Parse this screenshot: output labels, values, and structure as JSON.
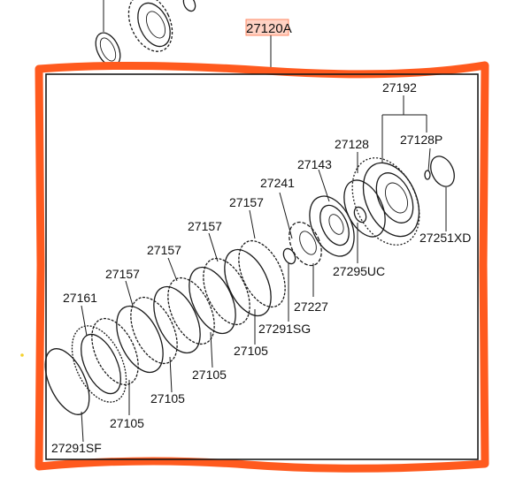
{
  "parent_part": {
    "number": "27120",
    "suffix": "A"
  },
  "labels": {
    "l_27192": "27192",
    "l_27128": "27128",
    "l_27128P": "27128P",
    "l_27143": "27143",
    "l_27241": "27241",
    "l_27157_a": "27157",
    "l_27157_b": "27157",
    "l_27157_c": "27157",
    "l_27157_d": "27157",
    "l_27161": "27161",
    "l_27251XD": "27251XD",
    "l_27295UC": "27295UC",
    "l_27227": "27227",
    "l_27291SG": "27291SG",
    "l_27105_a": "27105",
    "l_27105_b": "27105",
    "l_27105_c": "27105",
    "l_27105_d": "27105",
    "l_27291SF": "27291SF"
  },
  "colors": {
    "frame_highlight": "#ff5a1e",
    "tag_highlight": "#ffd2c4",
    "line": "#1a1a1a",
    "dot": "#f4d02c"
  }
}
